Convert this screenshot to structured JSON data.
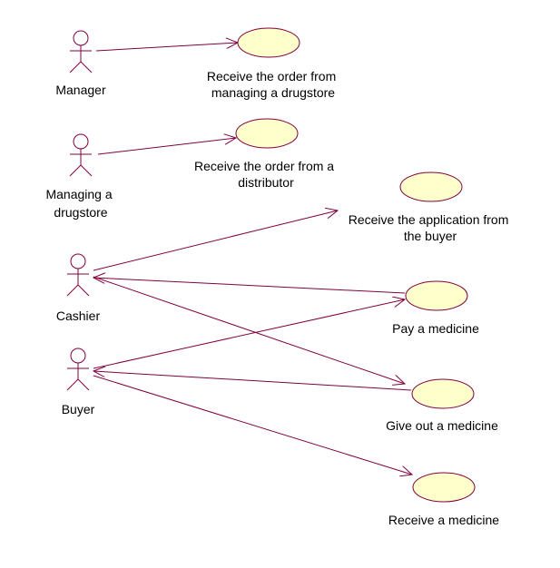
{
  "colors": {
    "line": "#800040",
    "usecase_fill": "#ffffcc",
    "text": "#000000",
    "background": "#ffffff"
  },
  "actors": [
    {
      "id": "manager",
      "label_lines": [
        "Manager"
      ]
    },
    {
      "id": "managing-drugstore",
      "label_lines": [
        "Managing a",
        "drugstore"
      ]
    },
    {
      "id": "cashier",
      "label_lines": [
        "Cashier"
      ]
    },
    {
      "id": "buyer",
      "label_lines": [
        "Buyer"
      ]
    }
  ],
  "use_cases": [
    {
      "id": "order-from-drugstore",
      "label_lines": [
        "Receive the order from",
        "managing a drugstore"
      ]
    },
    {
      "id": "order-from-distributor",
      "label_lines": [
        "Receive the order from a",
        "distributor"
      ]
    },
    {
      "id": "application-from-buyer",
      "label_lines": [
        "Receive the application from",
        "the buyer"
      ]
    },
    {
      "id": "pay-medicine",
      "label_lines": [
        "Pay a medicine"
      ]
    },
    {
      "id": "give-out-medicine",
      "label_lines": [
        "Give out a medicine"
      ]
    },
    {
      "id": "receive-medicine",
      "label_lines": [
        "Receive a medicine"
      ]
    }
  ],
  "associations": [
    {
      "from": "manager",
      "to": "order-from-drugstore"
    },
    {
      "from": "managing-drugstore",
      "to": "order-from-distributor"
    },
    {
      "from": "cashier",
      "to": "application-from-buyer"
    },
    {
      "from": "cashier",
      "to": "give-out-medicine"
    },
    {
      "from": "pay-medicine",
      "to": "cashier"
    },
    {
      "from": "buyer",
      "to": "pay-medicine"
    },
    {
      "from": "give-out-medicine",
      "to": "buyer"
    },
    {
      "from": "buyer",
      "to": "receive-medicine"
    }
  ]
}
